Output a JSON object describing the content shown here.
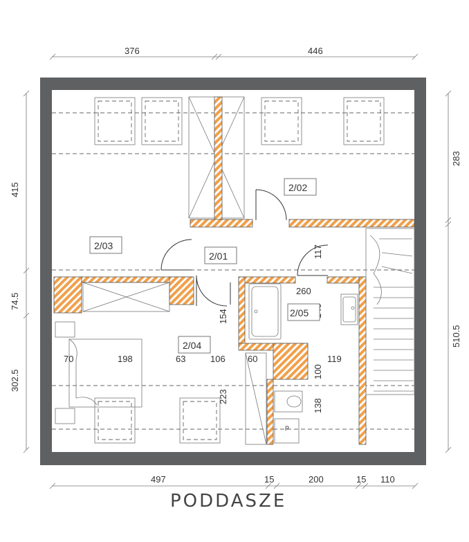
{
  "title": "PODDASZE",
  "colors": {
    "outer_wall": "#5f6062",
    "hatch_orange": "#f0a04b"
  },
  "dimensions": {
    "top": [
      "376",
      "446"
    ],
    "bottom": [
      "497",
      "15",
      "200",
      "15",
      "110"
    ],
    "left": [
      "415",
      "74.5",
      "302.5"
    ],
    "right": [
      "283",
      "510.5"
    ],
    "interior": {
      "d70": "70",
      "d198": "198",
      "d63": "63",
      "d106": "106",
      "d60": "60",
      "d119": "119",
      "d260": "260",
      "d140": "140",
      "d117": "117",
      "d154": "154",
      "d100": "100",
      "d223": "223",
      "d138": "138"
    }
  },
  "rooms": {
    "r201": "2/01",
    "r202": "2/02",
    "r203": "2/03",
    "r204": "2/04",
    "r205": "2/05"
  },
  "fixture_labels": {
    "p": "P"
  }
}
